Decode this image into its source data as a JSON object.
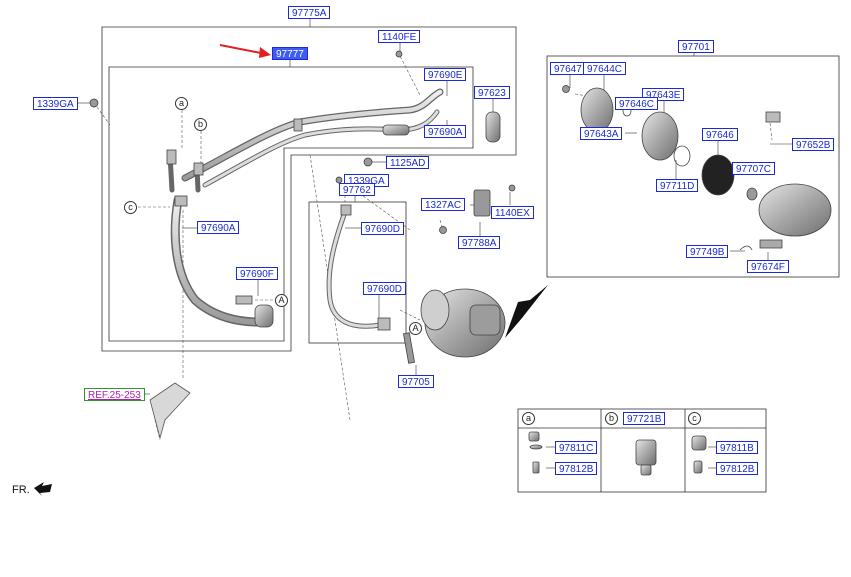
{
  "labels": {
    "l97775A": "97775A",
    "l97777": "97777",
    "l1140FE": "1140FE",
    "l1339GA_left": "1339GA",
    "l97690E": "97690E",
    "l97623": "97623",
    "l97690A_top": "97690A",
    "l1125AD": "1125AD",
    "l1339GA_mid": "1339GA",
    "l97762": "97762",
    "l1327AC": "1327AC",
    "l1140EX": "1140EX",
    "l97788A": "97788A",
    "l97690D_top": "97690D",
    "l97690D_bottom": "97690D",
    "l97690A_left": "97690A",
    "l97690F": "97690F",
    "l97705": "97705",
    "lREF": "REF.25-253",
    "l97701": "97701",
    "l97647": "97647",
    "l97644C": "97644C",
    "l97643E": "97643E",
    "l97646C": "97646C",
    "l97643A": "97643A",
    "l97646": "97646",
    "l97652B": "97652B",
    "l97707C": "97707C",
    "l97711D": "97711D",
    "l97749B": "97749B",
    "l97674F": "97674F",
    "l97721B": "97721B",
    "l97811C": "97811C",
    "l97812B_a": "97812B",
    "l97811B": "97811B",
    "l97812B_c": "97812B"
  },
  "callouts": {
    "a": "a",
    "b": "b",
    "c": "c",
    "A": "A"
  },
  "fr_label": "FR.",
  "colors": {
    "label_text": "#1a2ad6",
    "label_highlight_bg": "#3f5cf0",
    "arrow": "#e02020",
    "ref_text": "#b01fb0",
    "ref_border": "#2e9a2e",
    "line": "#333333",
    "part_fill": "#c8c8c8"
  }
}
